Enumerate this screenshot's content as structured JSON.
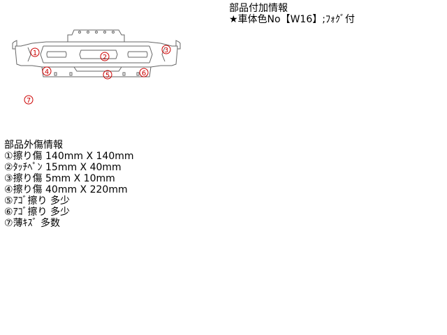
{
  "extra_info": {
    "title": "部品付加情報",
    "line": "★車体色No【W16】;ﾌｫｸﾞ付"
  },
  "damage_info": {
    "title": "部品外傷情報",
    "items": [
      {
        "marker": "①",
        "text": "擦り傷 140mm X 140mm"
      },
      {
        "marker": "②",
        "text": "ﾀｯﾁﾍﾟﾝ 15mm X 40mm"
      },
      {
        "marker": "③",
        "text": "擦り傷 5mm X 10mm"
      },
      {
        "marker": "④",
        "text": "擦り傷 40mm X 220mm"
      },
      {
        "marker": "⑤",
        "text": "ｱｺﾞ擦り 多少"
      },
      {
        "marker": "⑥",
        "text": "ｱｺﾞ擦り 多少"
      },
      {
        "marker": "⑦",
        "text": "薄ｷｽﾞ 多数"
      }
    ]
  },
  "diagram": {
    "markers": [
      "1",
      "2",
      "3",
      "4",
      "5",
      "6",
      "7"
    ],
    "line_color": "#666666",
    "marker_color": "#cc0000"
  }
}
